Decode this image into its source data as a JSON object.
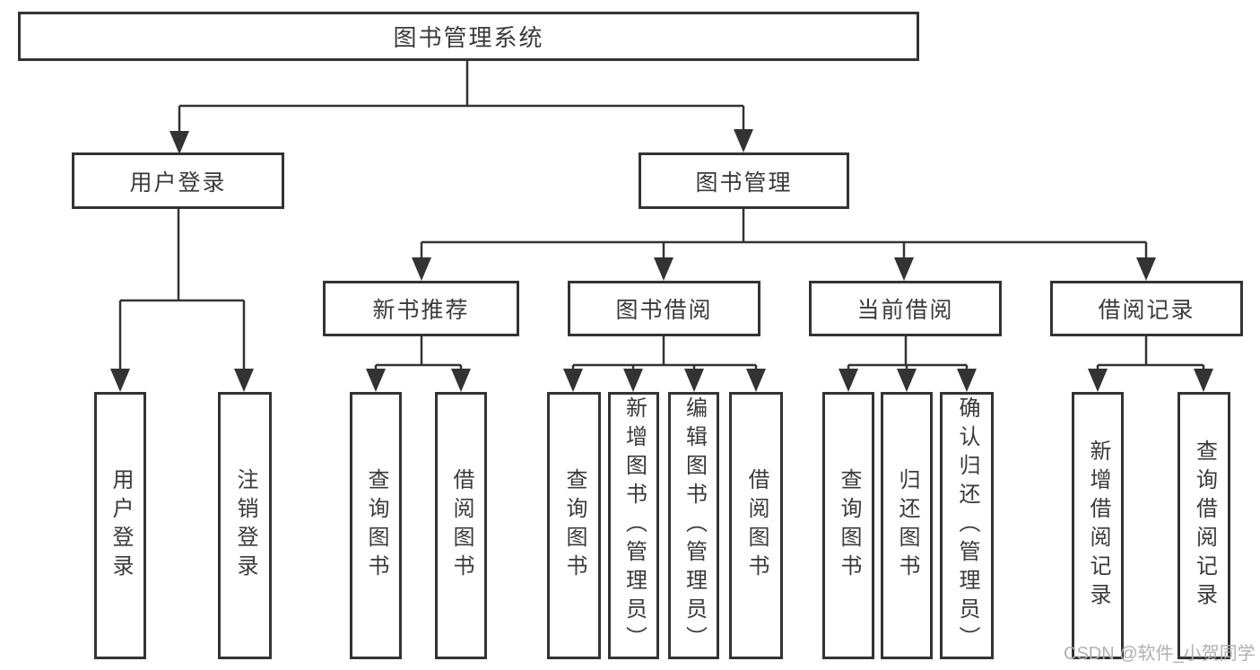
{
  "colors": {
    "line": "#333333",
    "text": "#3a3a3a",
    "watermark": "#b0b0b0",
    "background": "#ffffff"
  },
  "watermark": "CSDN @软件_小贺同学",
  "tree": {
    "root": {
      "label": "图书管理系统"
    },
    "user": {
      "label": "用户登录",
      "children": [
        {
          "label": "用户登录"
        },
        {
          "label": "注销登录"
        }
      ]
    },
    "mgmt": {
      "label": "图书管理",
      "children": [
        {
          "label": "新书推荐",
          "children": [
            {
              "label": "查询图书"
            },
            {
              "label": "借阅图书"
            }
          ]
        },
        {
          "label": "图书借阅",
          "children": [
            {
              "label": "查询图书"
            },
            {
              "label": "新增图书（管理员）"
            },
            {
              "label": "编辑图书（管理员）"
            },
            {
              "label": "借阅图书"
            }
          ]
        },
        {
          "label": "当前借阅",
          "children": [
            {
              "label": "查询图书"
            },
            {
              "label": "归还图书"
            },
            {
              "label": "确认归还（管理员）"
            }
          ]
        },
        {
          "label": "借阅记录",
          "children": [
            {
              "label": "新增借阅记录"
            },
            {
              "label": "查询借阅记录"
            }
          ]
        }
      ]
    }
  }
}
